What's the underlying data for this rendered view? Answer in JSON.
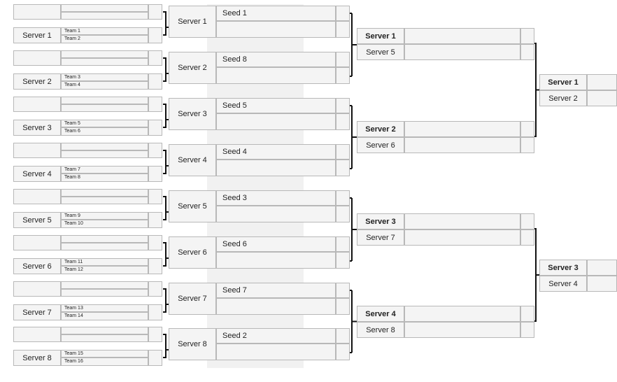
{
  "bracket": {
    "round1": [
      {
        "server": "Server 1",
        "teams": [
          "Team 1",
          "Team 2"
        ]
      },
      {
        "server": "Server 2",
        "teams": [
          "Team 3",
          "Team 4"
        ]
      },
      {
        "server": "Server 3",
        "teams": [
          "Team 5",
          "Team 6"
        ]
      },
      {
        "server": "Server 4",
        "teams": [
          "Team 7",
          "Team 8"
        ]
      },
      {
        "server": "Server 5",
        "teams": [
          "Team 9",
          "Team 10"
        ]
      },
      {
        "server": "Server 6",
        "teams": [
          "Team 11",
          "Team 12"
        ]
      },
      {
        "server": "Server 7",
        "teams": [
          "Team 13",
          "Team 14"
        ]
      },
      {
        "server": "Server 8",
        "teams": [
          "Team 15",
          "Team 16"
        ]
      }
    ],
    "round2": [
      {
        "server": "Server 1",
        "seed": "Seed 1"
      },
      {
        "server": "Server 2",
        "seed": "Seed 8"
      },
      {
        "server": "Server 3",
        "seed": "Seed 5"
      },
      {
        "server": "Server 4",
        "seed": "Seed 4"
      },
      {
        "server": "Server 5",
        "seed": "Seed 3"
      },
      {
        "server": "Server 6",
        "seed": "Seed 6"
      },
      {
        "server": "Server 7",
        "seed": "Seed 7"
      },
      {
        "server": "Server 8",
        "seed": "Seed 2"
      }
    ],
    "round3": [
      {
        "top": "Server 1",
        "bottom": "Server 5"
      },
      {
        "top": "Server 2",
        "bottom": "Server 6"
      },
      {
        "top": "Server 3",
        "bottom": "Server 7"
      },
      {
        "top": "Server 4",
        "bottom": "Server 8"
      }
    ],
    "round4": [
      {
        "top": "Server 1",
        "bottom": "Server 2"
      },
      {
        "top": "Server 3",
        "bottom": "Server 4"
      }
    ]
  }
}
